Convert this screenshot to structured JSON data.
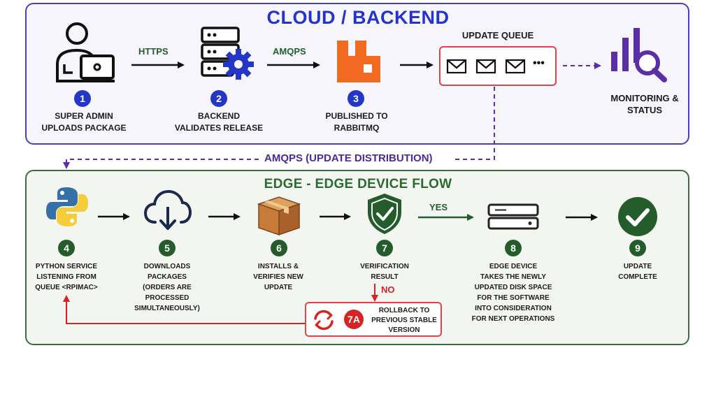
{
  "cloud": {
    "title": "CLOUD / BACKEND",
    "queue_title": "UPDATE QUEUE",
    "queue_more": "•••",
    "arrow_https": "HTTPS",
    "arrow_amqps": "AMQPS",
    "steps": [
      {
        "num": "1",
        "line1": "SUPER ADMIN",
        "line2": "UPLOADS PACKAGE",
        "icon": "user-laptop-icon"
      },
      {
        "num": "2",
        "line1": "BACKEND",
        "line2": "VALIDATES RELEASE",
        "icon": "server-gear-icon"
      },
      {
        "num": "3",
        "line1": "PUBLISHED TO",
        "line2": "RABBITMQ",
        "icon": "rabbitmq-icon"
      }
    ],
    "monitoring": {
      "line1": "MONITORING &",
      "line2": "STATUS",
      "icon": "analytics-icon"
    }
  },
  "distribution_label": "AMQPS (UPDATE DISTRIBUTION)",
  "edge": {
    "title": "EDGE - EDGE DEVICE FLOW",
    "yes": "YES",
    "no": "NO",
    "steps": [
      {
        "num": "4",
        "lines": [
          "PYTHON SERVICE",
          "LISTENING FROM",
          "QUEUE <RPIMAC>"
        ],
        "icon": "python-icon"
      },
      {
        "num": "5",
        "lines": [
          "DOWNLOADS",
          "PACKAGES",
          "(ORDERS ARE",
          "PROCESSED",
          "SIMULTANEOUSLY)"
        ],
        "icon": "cloud-download-icon"
      },
      {
        "num": "6",
        "lines": [
          "INSTALLS &",
          "VERIFIES NEW",
          "UPDATE"
        ],
        "icon": "package-box-icon"
      },
      {
        "num": "7",
        "lines": [
          "VERIFICATION",
          "RESULT"
        ],
        "icon": "shield-check-icon"
      },
      {
        "num": "8",
        "lines": [
          "EDGE DEVICE",
          "TAKES THE NEWLY",
          "UPDATED DISK SPACE",
          "FOR THE SOFTWARE",
          "INTO CONSIDERATION",
          "FOR NEXT OPERATIONS"
        ],
        "icon": "edge-device-icon"
      },
      {
        "num": "9",
        "lines": [
          "UPDATE",
          "COMPLETE"
        ],
        "icon": "check-circle-icon"
      }
    ],
    "rollback": {
      "num": "7A",
      "lines": [
        "ROLLBACK TO",
        "PREVIOUS STABLE",
        "VERSION"
      ],
      "icon": "refresh-icon"
    }
  },
  "colors": {
    "cloud_accent": "#2436c6",
    "edge_accent": "#245c2c",
    "error": "#d42424",
    "purple": "#5a2ea6",
    "rabbit_orange": "#f26a22"
  }
}
